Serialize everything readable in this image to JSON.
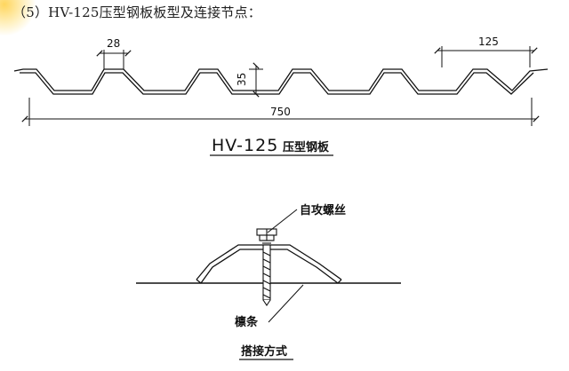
{
  "heading": "（5）HV-125压型钢板板型及连接节点：",
  "profile": {
    "dim_rib_top": "28",
    "dim_pitch": "125",
    "dim_height": "35",
    "dim_total": "750",
    "title_code": "HV-125",
    "title_name": "压型钢板"
  },
  "joint": {
    "screw_label": "自攻螺丝",
    "purlin_label": "檩条",
    "title": "搭接方式"
  },
  "colors": {
    "line": "#111111",
    "highlight": "#ffc828"
  }
}
